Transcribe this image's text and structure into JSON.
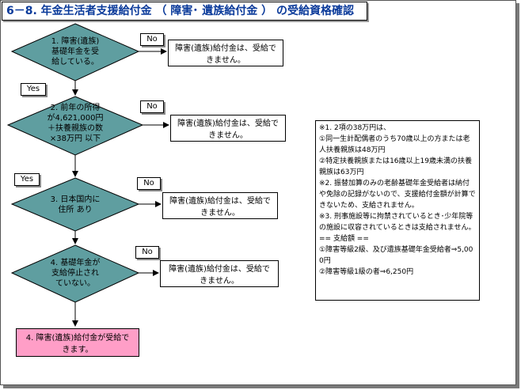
{
  "title": "6－8. 年金生活者支援給付金 （ 障害･ 遺族給付金 ） の受給資格確認",
  "steps": [
    {
      "text": "1. 障害(遺族)\n基礎年金を受\n給している。",
      "no_label": "No",
      "yes_label": "Yes",
      "result": "障害(遺族)給付金は、受給で\nきません。"
    },
    {
      "text": "2. 前年の所得\nが4,621,000円\n＋扶養親族の数\n×38万円 以下",
      "no_label": "No",
      "yes_label": "Yes",
      "result": "障害(遺族)給付金は、受給で\nきません。"
    },
    {
      "text": "3. 日本国内に\n住所 あり",
      "no_label": "No",
      "yes_label": "",
      "result": "障害(遺族)給付金は、受給で\nきません。"
    },
    {
      "text": "4. 基礎年金が\n支給停止され\nていない。",
      "no_label": "No",
      "yes_label": "",
      "result": "障害(遺族)給付金は、受給で\nきません。"
    }
  ],
  "final": "4. 障害(遺族)給付金が受給で\nきます。",
  "notes": [
    "※1. 2項の38万円は、",
    "①同一生計配偶者のうち70歳以上の方または老人扶養親族は48万円",
    "②特定扶養親族または16歳以上19歳未満の扶養親族は63万円",
    "※2. 振替加算のみの老齢基礎年金受給者は納付や免除の記録がないので、支援給付金額が計算できないため、支給されません。",
    "※3. 刑事施設等に拘禁されているとき･少年院等の施設に収容されているときは支給されません。",
    "== 支給額 ==",
    "①障害等級2級、及び遺族基礎年金受給者⇒5,000円",
    "②障害等級1級の者⇒6,250円"
  ],
  "colors": {
    "diamond": "#5f9ea0",
    "final": "#ff9ec7",
    "title_text": "#0a3a9a"
  }
}
